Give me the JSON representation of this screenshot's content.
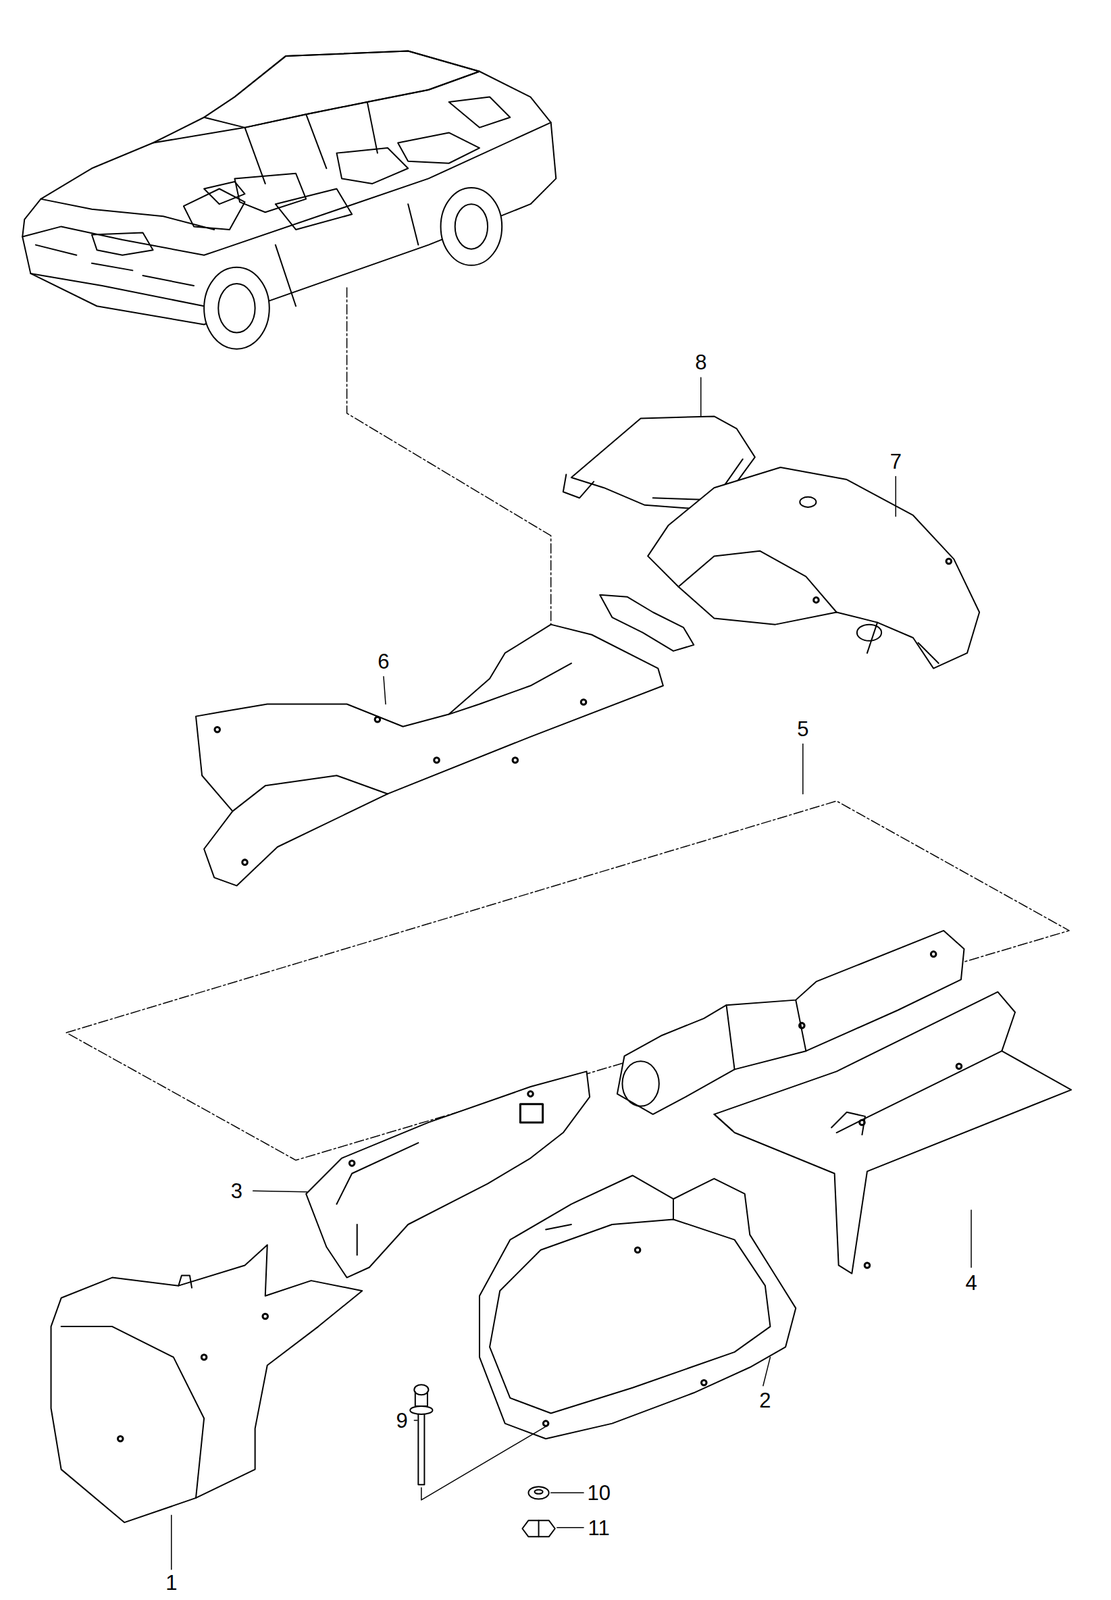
{
  "diagram": {
    "labels": [
      "8",
      "7",
      "6",
      "5",
      "3",
      "4",
      "9",
      "2",
      "10",
      "11",
      "1"
    ]
  }
}
